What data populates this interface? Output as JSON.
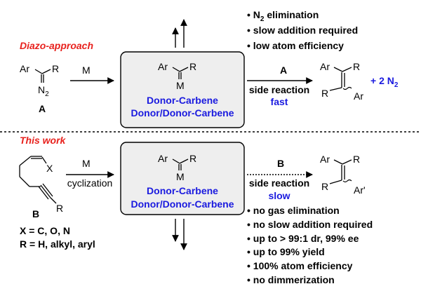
{
  "top": {
    "section_label": "Diazo-approach",
    "bullets": [
      "N2 elimination",
      "slow addition required",
      "low atom efficiency"
    ],
    "reagent_A": {
      "Ar": "Ar",
      "R": "R",
      "N2": "N",
      "N2_sub": "2",
      "label": "A"
    },
    "arrow1_label": "M",
    "carbene": {
      "Ar": "Ar",
      "R": "R",
      "M": "M",
      "line1": "Donor-Carbene",
      "line2": "Donor/Donor-Carbene"
    },
    "arrow2_top": "A",
    "arrow2_bottom1": "side reaction",
    "arrow2_bottom2": "fast",
    "product": {
      "Ar1": "Ar",
      "R1": "R",
      "R2": "R",
      "Ar2": "Ar"
    },
    "byproduct": "+ 2 N",
    "byproduct_sub": "2"
  },
  "bottom": {
    "section_label": "This work",
    "reagent_B": {
      "X": "X",
      "R": "R",
      "label": "B"
    },
    "substituents": [
      "X = C, O, N",
      "R = H, alkyl, aryl"
    ],
    "arrow1_top": "M",
    "arrow1_bottom": "cyclization",
    "carbene": {
      "Ar": "Ar",
      "R": "R",
      "M": "M",
      "line1": "Donor-Carbene",
      "line2": "Donor/Donor-Carbene"
    },
    "arrow2_top": "B",
    "arrow2_bottom1": "side reaction",
    "arrow2_bottom2": "slow",
    "product": {
      "Ar1": "Ar",
      "R1": "R",
      "R2": "R",
      "Ar2": "Ar'"
    },
    "bullets": [
      "no gas elimination",
      "no slow addition required",
      "up to > 99:1 dr, 99% ee",
      "up to 99% yield",
      "100% atom efficiency",
      "no dimmerization"
    ]
  }
}
